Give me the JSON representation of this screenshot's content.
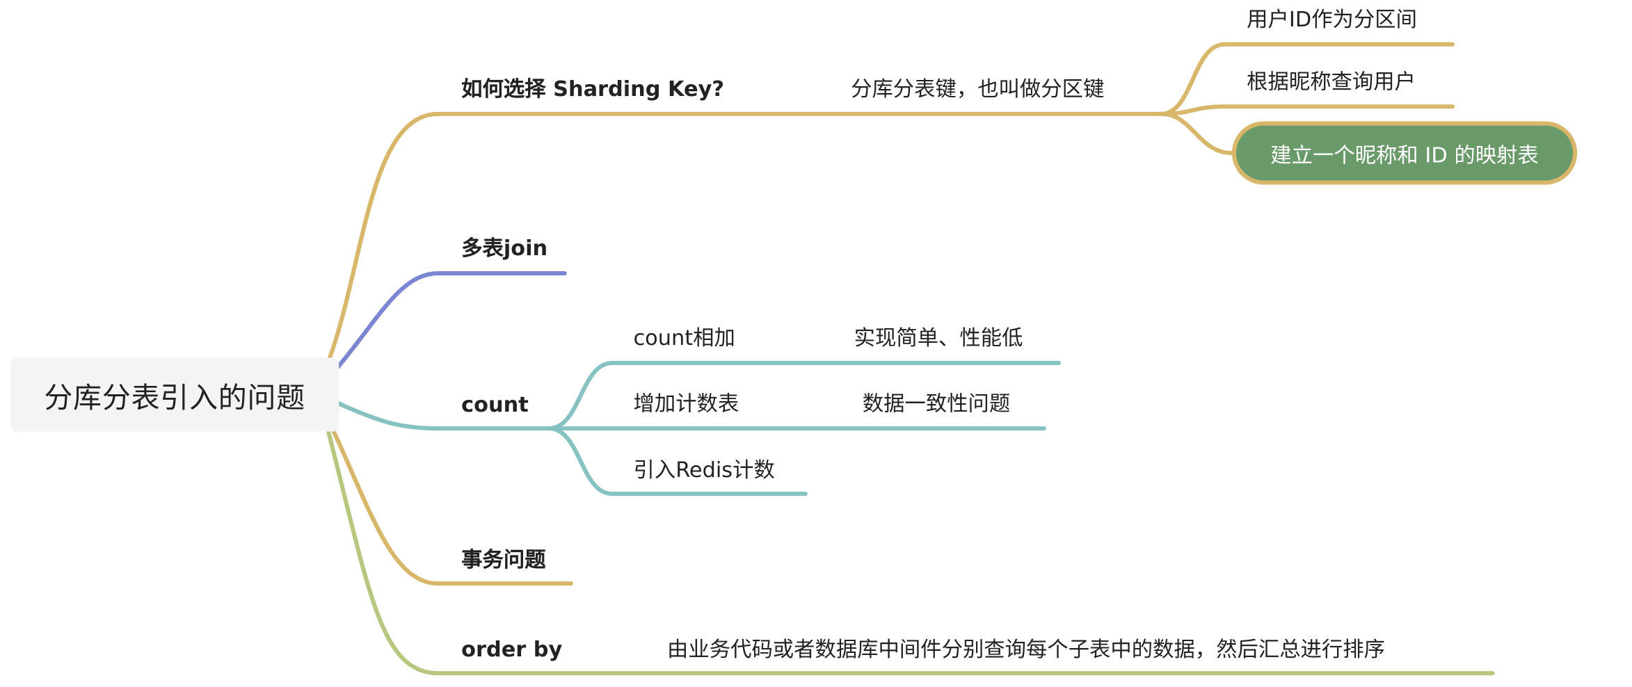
{
  "root": {
    "label": "分库分表引入的问题"
  },
  "colors": {
    "gold": "#d8b66a",
    "blue": "#7b86d2",
    "teal": "#86c2c2",
    "green_line": "#b6c880",
    "pill_fill": "#6a9a6a"
  },
  "branches": {
    "sharding": {
      "label": "如何选择 Sharding Key?",
      "child": {
        "label": "分库分表键，也叫做分区键",
        "children": [
          {
            "label": "用户ID作为分区间"
          },
          {
            "label": "根据昵称查询用户"
          },
          {
            "label": "建立一个昵称和 ID 的映射表",
            "highlighted": true
          }
        ]
      }
    },
    "join": {
      "label": "多表join"
    },
    "count": {
      "label": "count",
      "children": [
        {
          "label": "count相加",
          "note": "实现简单、性能低"
        },
        {
          "label": "增加计数表",
          "note": "数据一致性问题"
        },
        {
          "label": "引入Redis计数"
        }
      ]
    },
    "tx": {
      "label": "事务问题"
    },
    "orderby": {
      "label": "order by",
      "note": "由业务代码或者数据库中间件分别查询每个子表中的数据，然后汇总进行排序"
    }
  }
}
